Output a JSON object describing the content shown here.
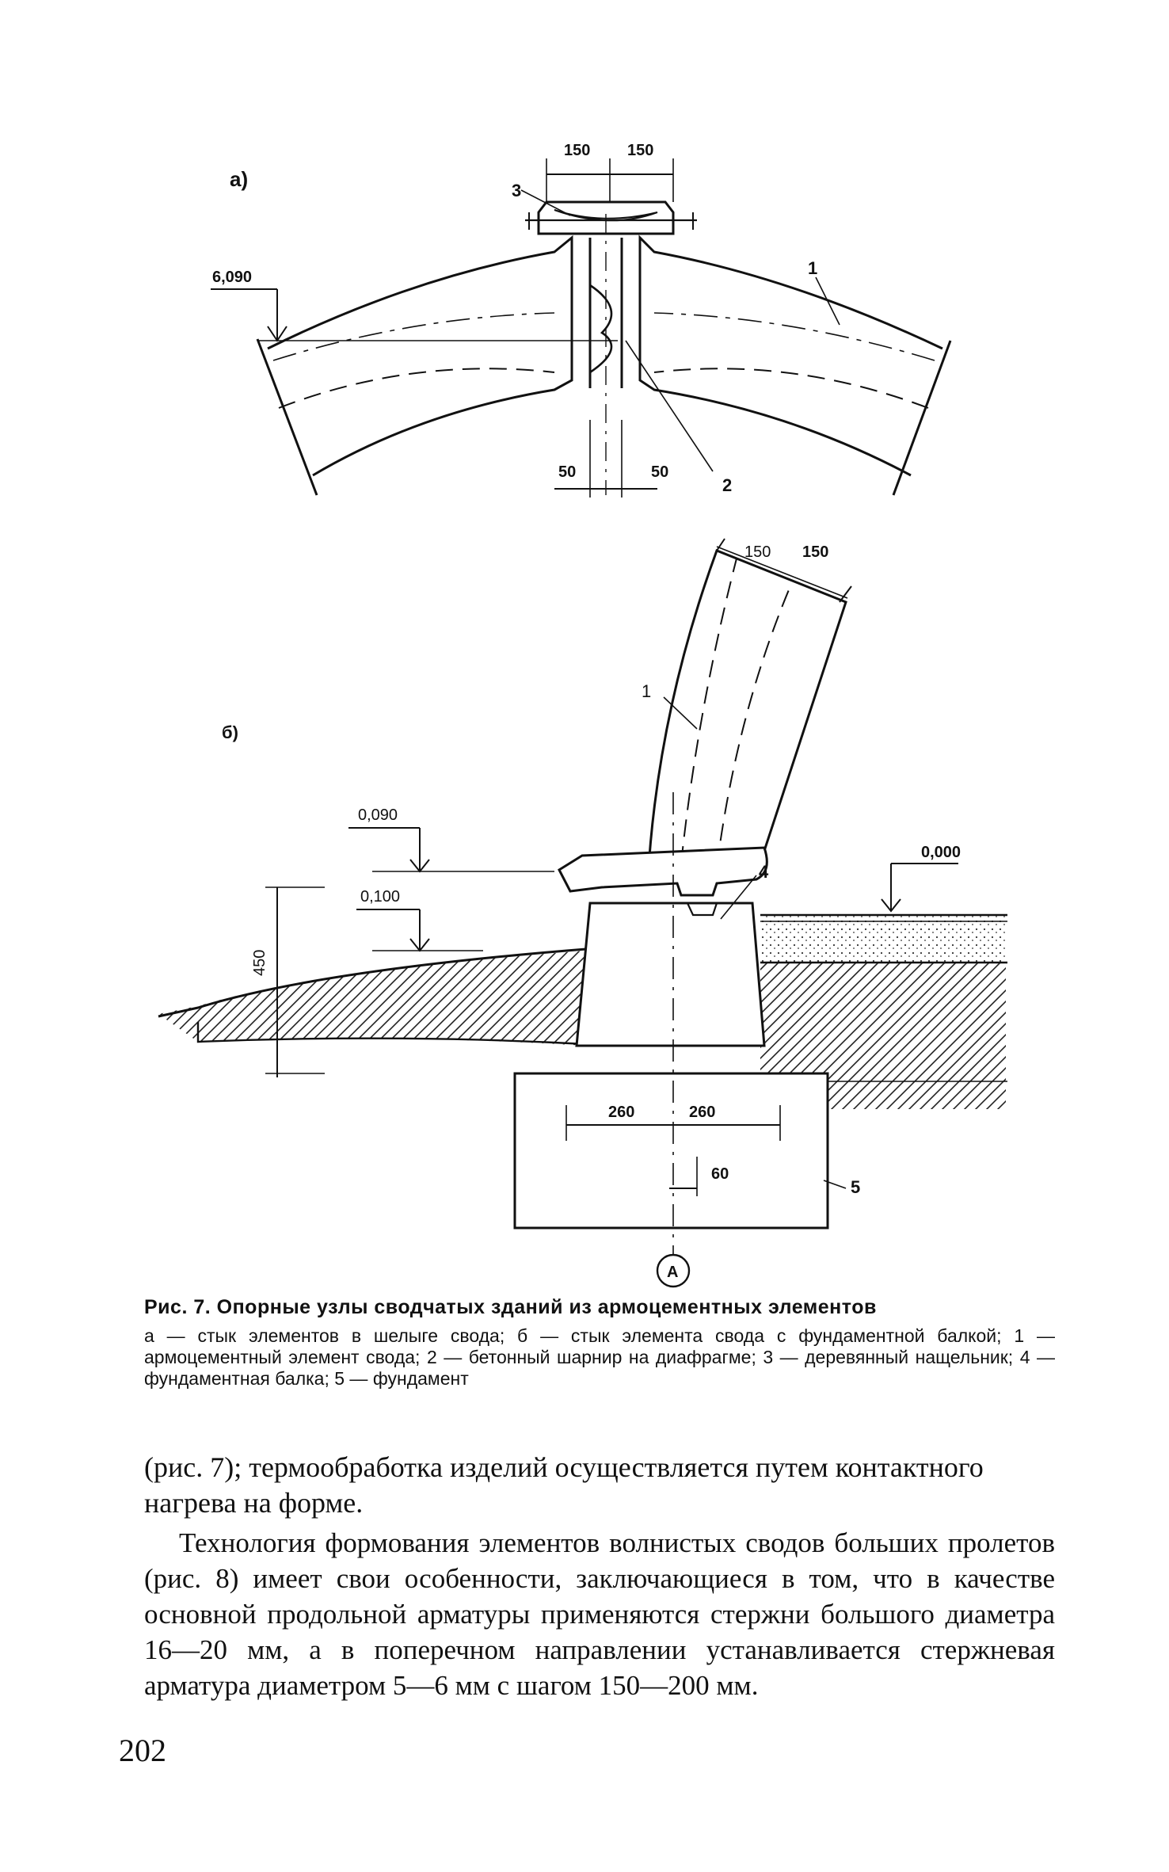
{
  "figure": {
    "a": {
      "panel_label": "а)",
      "dims_top": [
        "150",
        "150"
      ],
      "dims_bottom": [
        "50",
        "50"
      ],
      "level": "6,090",
      "callouts": [
        "1",
        "2",
        "3"
      ]
    },
    "b": {
      "panel_label": "б)",
      "dims_top": [
        "150",
        "150"
      ],
      "levels": [
        "0,090",
        "0,100",
        "0,000"
      ],
      "height_dim": "450",
      "base_dims": [
        "260",
        "260"
      ],
      "offset_dim": "60",
      "callouts": [
        "1",
        "4",
        "5"
      ],
      "axis_label": "А"
    }
  },
  "caption": {
    "title": "Рис. 7. Опорные узлы сводчатых зданий из армоцементных элементов",
    "body": "а — стык элементов в шелыге свода; б — стык элемента свода с фундаментной балкой; 1 — армоцементный элемент свода; 2 — бетонный шарнир на диафрагме; 3 — деревянный нащельник; 4 — фундаментная балка; 5 — фундамент"
  },
  "paragraph1": "(рис. 7); термообработка изделий осуществляется путем контактного нагрева на форме.",
  "paragraph2": "Технология формования элементов волнистых сводов больших пролетов (рис. 8) имеет свои особенности, заключающиеся в том, что в качестве основной продольной арматуры применяются стержни большого диаметра 16—20 мм, а в поперечном направлении устанавливается стержневая арматура диаметром 5—6 мм с шагом 150—200 мм.",
  "page_number": "202"
}
